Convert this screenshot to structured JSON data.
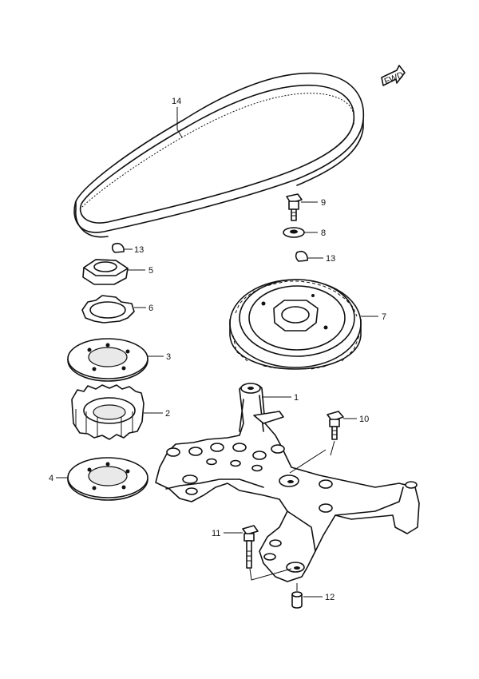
{
  "fwd_badge": "FWD",
  "callouts": [
    {
      "id": "14",
      "label": "14"
    },
    {
      "id": "9",
      "label": "9"
    },
    {
      "id": "8",
      "label": "8"
    },
    {
      "id": "13a",
      "label": "13"
    },
    {
      "id": "13b",
      "label": "13"
    },
    {
      "id": "5",
      "label": "5"
    },
    {
      "id": "6",
      "label": "6"
    },
    {
      "id": "7",
      "label": "7"
    },
    {
      "id": "3",
      "label": "3"
    },
    {
      "id": "1",
      "label": "1"
    },
    {
      "id": "2",
      "label": "2"
    },
    {
      "id": "10",
      "label": "10"
    },
    {
      "id": "4",
      "label": "4"
    },
    {
      "id": "11",
      "label": "11"
    },
    {
      "id": "12",
      "label": "12"
    }
  ]
}
